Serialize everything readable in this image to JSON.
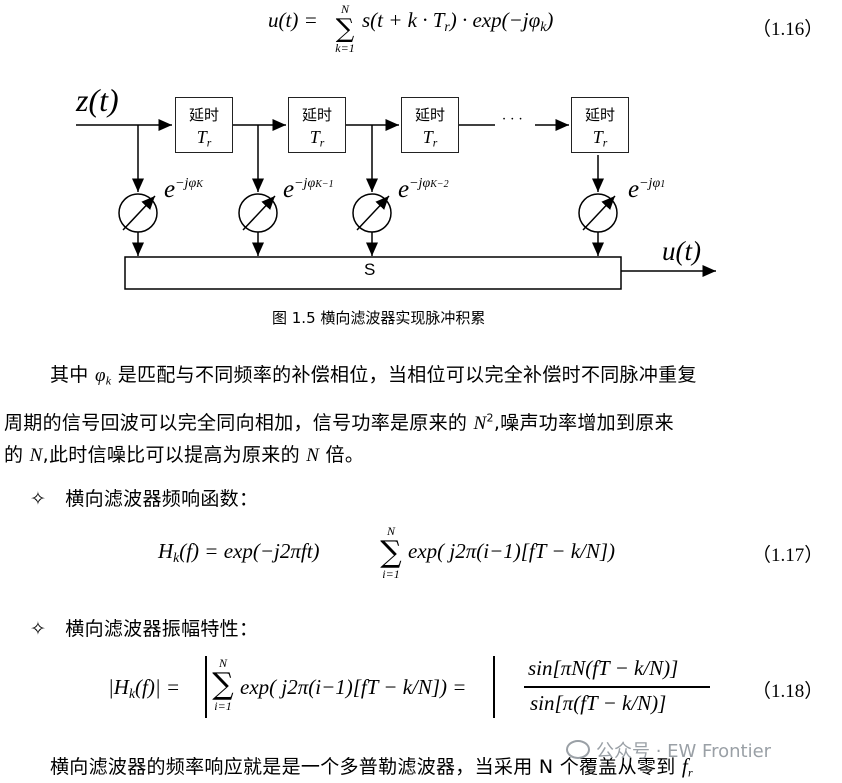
{
  "equations": {
    "eq116": {
      "lhs": "u(t) =",
      "sum_top": "N",
      "sum_bot": "k=1",
      "rhs": "s(t + k · T",
      "rhs_sub": "r",
      "rhs_end": ") · exp(−jφ",
      "rhs_end_sub": "k",
      "close": ")",
      "number": "（1.16）"
    },
    "eq117": {
      "lhs": "H",
      "lhs_sub": "k",
      "lhs_end": "(f) = exp(−j2πft)",
      "sum_top": "N",
      "sum_bot": "i=1",
      "rhs": "exp( j2π(i−1)[fT − k/N])",
      "number": "（1.17）"
    },
    "eq118": {
      "lhs": "|H",
      "lhs_sub": "k",
      "lhs_end": "(f)| =",
      "sum_top": "N",
      "sum_bot": "i=1",
      "mid": "exp( j2π(i−1)[fT − k/N]) =",
      "num": "sin[πN(fT − k/N)]",
      "den": "sin[π(fT − k/N)]",
      "number": "（1.18）"
    }
  },
  "diagram": {
    "input": "z(t)",
    "output": "u(t)",
    "delay_label": "延时",
    "delay_sym": "T",
    "delay_sub": "r",
    "dots": "· · ·",
    "sum_label": "S",
    "weights": [
      {
        "base": "e",
        "exp": "−jφ",
        "exp_sub": "K"
      },
      {
        "base": "e",
        "exp": "−jφ",
        "exp_sub": "K−1"
      },
      {
        "base": "e",
        "exp": "−jφ",
        "exp_sub": "K−2"
      },
      {
        "base": "e",
        "exp": "−jφ",
        "exp_sub": "1"
      }
    ]
  },
  "caption": "图 1.5  横向滤波器实现脉冲积累",
  "text": {
    "p1_line1_a": "其中 ",
    "p1_phi": "φ",
    "p1_phi_sub": "k",
    "p1_line1_b": " 是匹配与不同频率的补偿相位，当相位可以完全补偿时不同脉冲重复",
    "p1_line2_a": "周期的信号回波可以完全同向相加，信号功率是原来的 ",
    "p1_N2": "N",
    "p1_N2_sup": "2",
    "p1_line2_b": ",噪声功率增加到原来",
    "p1_line3_a": "的 ",
    "p1_N": "N",
    "p1_line3_b": ",此时信噪比可以提高为原来的 ",
    "p1_N_b": "N",
    "p1_line3_c": " 倍。",
    "bullet1": "横向滤波器频响函数：",
    "bullet2": "横向滤波器振幅特性：",
    "bullet_icon": "✧",
    "last_line": "横向滤波器的频率响应就是是一个多普勒滤波器，当采用 N 个覆盖从零到 ",
    "last_f": "f",
    "last_f_sub": "r"
  },
  "watermark": "公众号 · EW Frontier"
}
